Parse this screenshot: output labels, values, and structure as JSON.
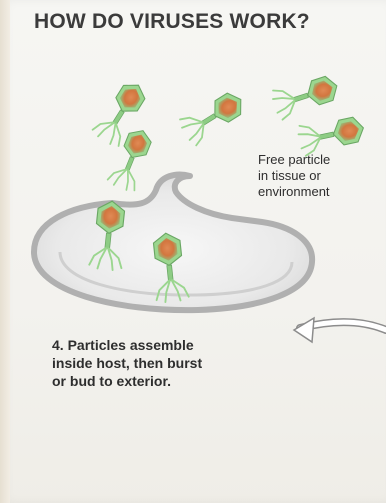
{
  "title": "HOW DO VIRUSES WORK?",
  "free_particle_label": "Free particle\nin tissue or\nenvironment",
  "step": {
    "number": "4.",
    "text": "Particles assemble\ninside host, then burst\nor bud to exterior."
  },
  "colors": {
    "virus_head": "#d8784a",
    "virus_body": "#8fcf86",
    "cell_outline": "#9a9a9a",
    "cell_fill": "#e4e4e4",
    "arrow": "#ffffff"
  }
}
